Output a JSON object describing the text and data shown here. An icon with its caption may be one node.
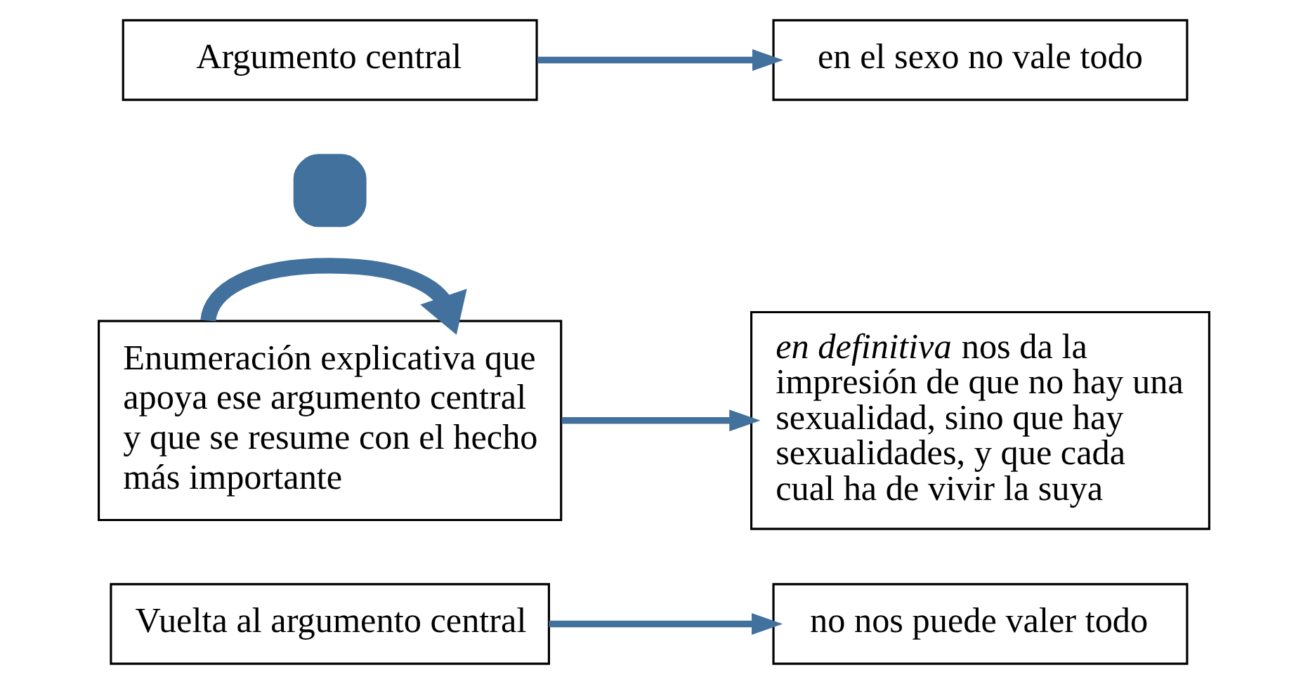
{
  "diagram": {
    "nodes": [
      {
        "text": [
          "Argumento central"
        ]
      },
      {
        "text": [
          "en el sexo no vale todo"
        ]
      },
      {
        "text": [],
        "shape": "cross"
      },
      {
        "text": [
          "Enumeración explicativa que apoya ese argumento central y que se resume con el hecho más importante"
        ]
      },
      {
        "text": [
          "*en definitiva* nos da la impresión de que no hay una sexualidad, sino que hay sexualidades, y que cada cual ha de vivir la suya"
        ]
      },
      {
        "text": [
          "Vuelta al argumento central"
        ]
      },
      {
        "text": [
          "no nos puede valer todo"
        ]
      }
    ],
    "edges": [
      {
        "from": 0,
        "to": 1,
        "arrow": "to"
      },
      {
        "from": 3,
        "to": 4,
        "arrow": "to"
      },
      {
        "from": 3,
        "to": 3,
        "arrow": "to",
        "style": "thick"
      },
      {
        "from": 5,
        "to": 6,
        "arrow": "to"
      }
    ]
  }
}
